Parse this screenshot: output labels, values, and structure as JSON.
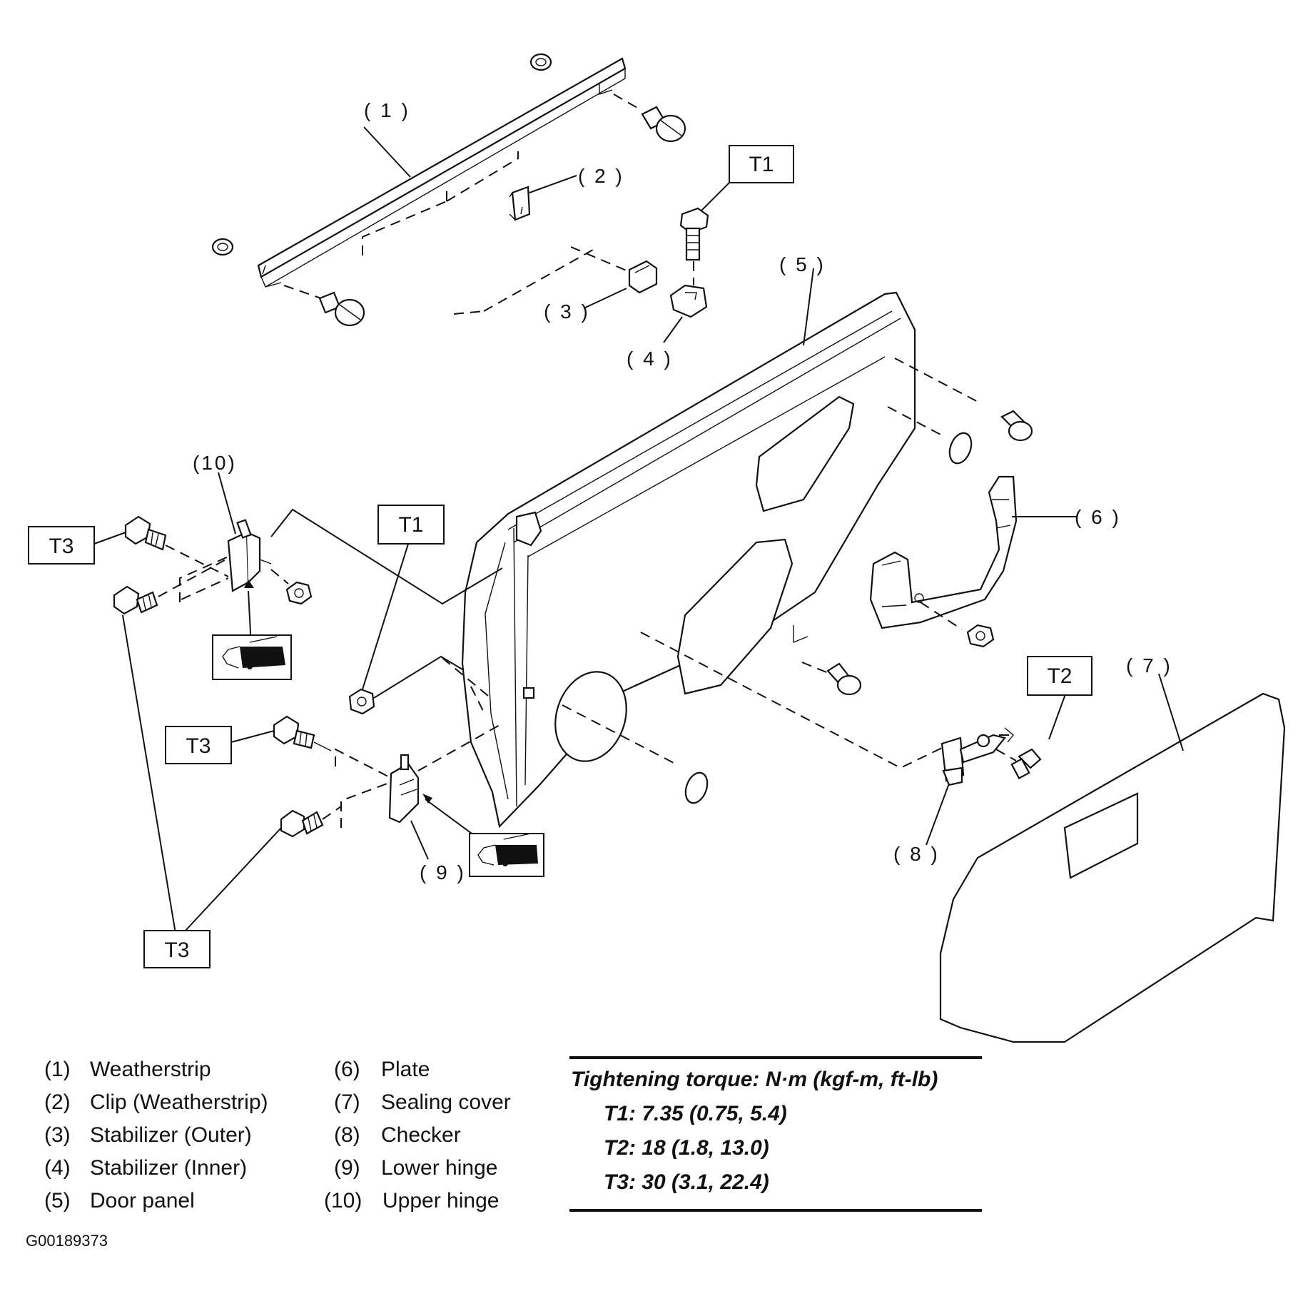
{
  "callouts": [
    "( 1 )",
    "( 2 )",
    "( 3 )",
    "( 4 )",
    "( 5 )",
    "( 6 )",
    "( 7 )",
    "( 8 )",
    "( 9 )",
    "(10)"
  ],
  "torque_boxes": [
    "T1",
    "T1",
    "T2",
    "T3",
    "T3",
    "T3"
  ],
  "legend": [
    {
      "num": "(1)",
      "name": "Weatherstrip"
    },
    {
      "num": "(2)",
      "name": "Clip (Weatherstrip)"
    },
    {
      "num": "(3)",
      "name": "Stabilizer (Outer)"
    },
    {
      "num": "(4)",
      "name": "Stabilizer (Inner)"
    },
    {
      "num": "(5)",
      "name": "Door panel"
    },
    {
      "num": "(6)",
      "name": "Plate"
    },
    {
      "num": "(7)",
      "name": "Sealing cover"
    },
    {
      "num": "(8)",
      "name": "Checker"
    },
    {
      "num": "(9)",
      "name": "Lower hinge"
    },
    {
      "num": "(10)",
      "name": "Upper hinge"
    }
  ],
  "torque": {
    "title": "Tightening torque: N·m (kgf-m, ft-lb)",
    "rows": [
      "T1: 7.35 (0.75, 5.4)",
      "T2: 18 (1.8, 13.0)",
      "T3: 30 (3.1, 22.4)"
    ]
  },
  "figure_code": "G00189373",
  "icons": [
    "grease-tube-icon",
    "grease-tube-icon"
  ]
}
